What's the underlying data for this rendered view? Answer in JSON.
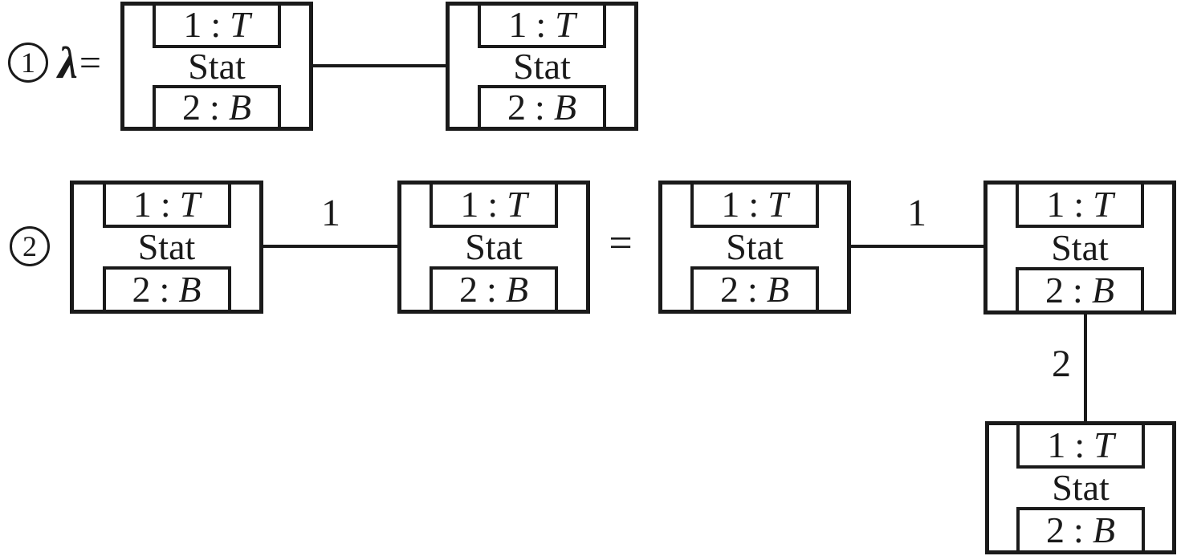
{
  "figure": {
    "background": "#ffffff",
    "ink": "#1a1a1a",
    "description": "Two numbered string-diagram statements built from identical 'Stat' boxes with typed ports"
  },
  "statement_1": {
    "marker": "1",
    "lambda_symbol": "λ",
    "equals_symbol": "="
  },
  "statement_2": {
    "marker": "2",
    "equals_symbol": "=",
    "edge_label_lhs": "1",
    "edge_label_rhs_horizontal": "1",
    "edge_label_rhs_vertical": "2"
  },
  "boxes": [
    {
      "name": "Stat",
      "top_num": "1",
      "top_sep": ":",
      "top_type": "T",
      "bottom_num": "2",
      "bottom_sep": ":",
      "bottom_type": "B"
    },
    {
      "name": "Stat",
      "top_num": "1",
      "top_sep": ":",
      "top_type": "T",
      "bottom_num": "2",
      "bottom_sep": ":",
      "bottom_type": "B"
    },
    {
      "name": "Stat",
      "top_num": "1",
      "top_sep": ":",
      "top_type": "T",
      "bottom_num": "2",
      "bottom_sep": ":",
      "bottom_type": "B"
    },
    {
      "name": "Stat",
      "top_num": "1",
      "top_sep": ":",
      "top_type": "T",
      "bottom_num": "2",
      "bottom_sep": ":",
      "bottom_type": "B"
    },
    {
      "name": "Stat",
      "top_num": "1",
      "top_sep": ":",
      "top_type": "T",
      "bottom_num": "2",
      "bottom_sep": ":",
      "bottom_type": "B"
    },
    {
      "name": "Stat",
      "top_num": "1",
      "top_sep": ":",
      "top_type": "T",
      "bottom_num": "2",
      "bottom_sep": ":",
      "bottom_type": "B"
    },
    {
      "name": "Stat",
      "top_num": "1",
      "top_sep": ":",
      "top_type": "T",
      "bottom_num": "2",
      "bottom_sep": ":",
      "bottom_type": "B"
    }
  ]
}
